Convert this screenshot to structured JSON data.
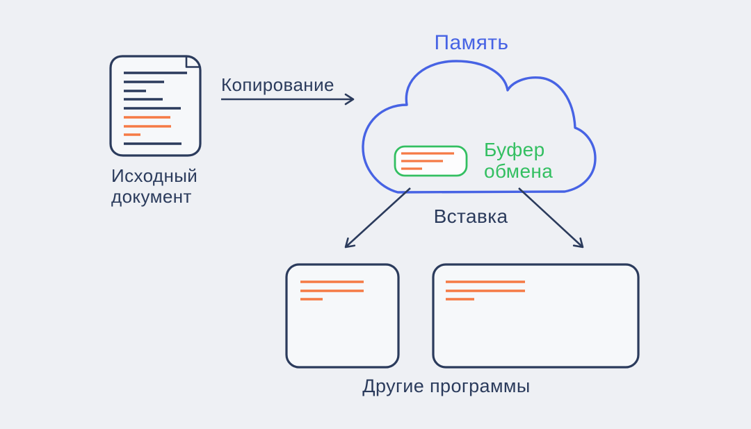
{
  "colors": {
    "background": "#eef0f4",
    "panel": "#f6f8fa",
    "white": "#fdfdfe",
    "navy": "#2b3b5c",
    "blue": "#4763e4",
    "green": "#33bf61",
    "orange": "#f57a45"
  },
  "labels": {
    "source_document": "Исходный\nдокумент",
    "copy": "Копирование",
    "memory": "Память",
    "clipboard": "Буфер\nобмена",
    "paste": "Вставка",
    "other_programs": "Другие программы"
  },
  "icons": {
    "document": "document-with-text-lines",
    "cloud": "memory-cloud",
    "clipboard_card": "clipboard-snippet-card",
    "copy_arrow": "right-arrow",
    "paste_arrows": "down-left-and-down-right-arrows",
    "program_windows": "two-application-windows"
  }
}
